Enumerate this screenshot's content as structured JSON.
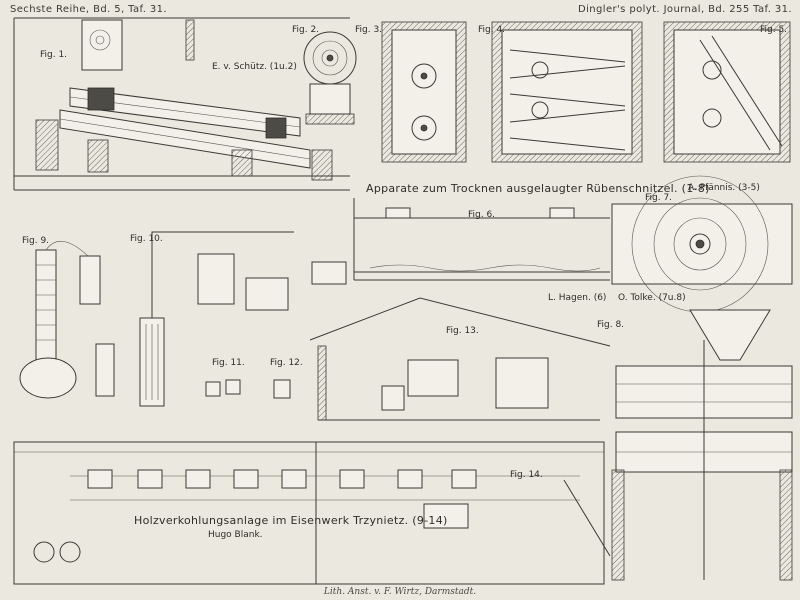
{
  "header": {
    "left": "Sechste Reihe, Bd. 5, Taf. 31.",
    "right": "Dingler's polyt. Journal, Bd. 255 Taf. 31."
  },
  "titles": {
    "drying": "Apparate zum Trocknen ausgelaugter Rübenschnitzel. (1-8)",
    "charcoal": "Holzverkohlungsanlage im Eisenwerk Trzynietz. (9-14)",
    "charcoal_author": "Hugo Blank."
  },
  "authors": {
    "schuetz": "E. v. Schütz. (1u.2)",
    "pfannis": "A. Pfännis. (3-5)",
    "hagen": "L. Hagen. (6)",
    "tolke": "O. Tolke. (7u.8)"
  },
  "figures": {
    "fig1": "Fig. 1.",
    "fig2": "Fig. 2.",
    "fig3": "Fig. 3.",
    "fig4": "Fig. 4.",
    "fig5": "Fig. 5.",
    "fig6": "Fig. 6.",
    "fig7": "Fig. 7.",
    "fig8": "Fig. 8.",
    "fig9": "Fig. 9.",
    "fig10": "Fig. 10.",
    "fig11": "Fig. 11.",
    "fig12": "Fig. 12.",
    "fig13": "Fig. 13.",
    "fig14": "Fig. 14."
  },
  "footer": "Lith. Anst. v. F. Wirtz, Darmstadt."
}
